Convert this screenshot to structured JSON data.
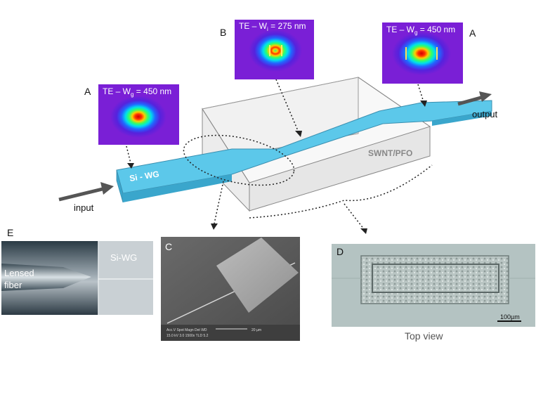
{
  "mode_panels": {
    "left": {
      "letter": "A",
      "title_pre": "TE – W",
      "title_sub": "g",
      "title_post": " = 450 nm"
    },
    "center": {
      "letter": "B",
      "title_pre": "TE – W",
      "title_sub": "i",
      "title_post": " = 275 nm"
    },
    "right": {
      "letter": "A",
      "title_pre": "TE – W",
      "title_sub": "g",
      "title_post": " = 450 nm"
    }
  },
  "device": {
    "waveguide_label": "Si - WG",
    "material_label": "SWNT/PFO",
    "input_label": "input",
    "output_label": "output"
  },
  "photos": {
    "e": {
      "letter": "E",
      "fiber_label_line1": "Lensed",
      "fiber_label_line2": "fiber",
      "wg_label": "Si-WG"
    },
    "c": {
      "letter": "C",
      "sem_line1": "Acc.V  Spot Magn    Det  WD",
      "sem_line2": "15.0 kV 3.0   1500x   TLD  5.2",
      "sem_scale": "20 µm"
    },
    "d": {
      "letter": "D",
      "scale_label": "100µm",
      "caption": "Top view"
    }
  },
  "colors": {
    "waveguide": "#5cc8ea",
    "mode_background": "#7a1fd6",
    "arrow": "#555555"
  }
}
